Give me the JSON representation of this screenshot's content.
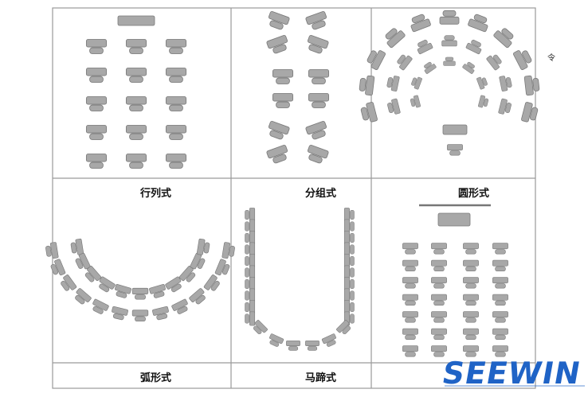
{
  "panels": {
    "rows": {
      "caption": "行列式"
    },
    "groups": {
      "caption": "分组式"
    },
    "circle": {
      "caption": "圆形式"
    },
    "arc": {
      "caption": "弧形式"
    },
    "horseshoe": {
      "caption": "马蹄式"
    },
    "theater": {
      "caption": ""
    }
  },
  "margin_mark": "令",
  "logo": {
    "text": "SEEWIN"
  },
  "colors": {
    "seat": "#a8a8a8",
    "seat_edge": "#7a7a7a",
    "grid": "#9a9a9a",
    "logo": "#1f63c6"
  }
}
